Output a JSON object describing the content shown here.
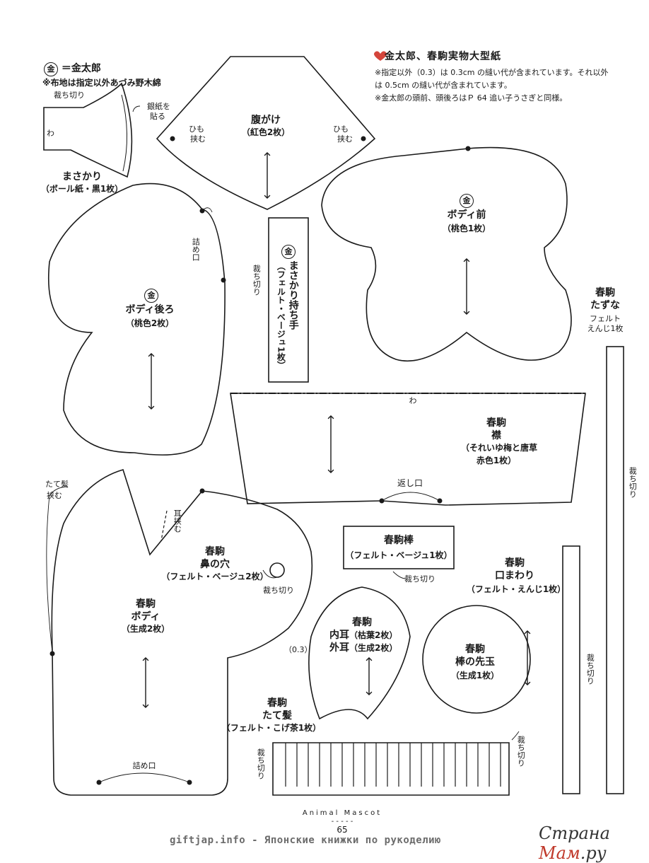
{
  "legend": {
    "symbol": "金",
    "meaning": "＝金太郎",
    "note": "※布地は指定以外あづみ野木綿"
  },
  "header": {
    "heart": "♥",
    "title": "金太郎、春駒実物大型紙",
    "notes": [
      "※指定以外（0.3）は 0.3cm の縫い代が含まれています。それ以外",
      "は 0.5cm の縫い代が含まれています。",
      "※金太郎の頭前、頭後ろはＰ 64 追い子うさぎと同様。"
    ]
  },
  "pieces": {
    "masakari": {
      "cut": "裁ち切り",
      "silver_1": "銀紙を",
      "silver_2": "貼る",
      "wa": "わ",
      "name": "まさかり",
      "material": "（ボール紙・黒1枚）"
    },
    "haragake": {
      "himo_l1": "ひも",
      "himo_l2": "挟む",
      "himo_r1": "ひも",
      "himo_r2": "挟む",
      "name": "腹がけ",
      "material": "（紅色2枚）"
    },
    "body_back": {
      "sym": "金",
      "name": "ボディ後ろ",
      "material": "（桃色2枚）",
      "stuff": "詰め口"
    },
    "handle": {
      "sym": "金",
      "name": "まさかり持ち手",
      "material": "（フェルト・ベージュ1枚）",
      "cut": "裁ち切り"
    },
    "body_front": {
      "sym": "金",
      "name": "ボディ前",
      "material": "（桃色1枚）"
    },
    "tazuna": {
      "name1": "春駒",
      "name2": "たずな",
      "mat1": "フェルト",
      "mat2": "えんじ1枚",
      "cut": "裁ち切り"
    },
    "collar": {
      "wa": "わ",
      "name1": "春駒",
      "name2": "襟",
      "mat1": "（それいゆ梅と唐草",
      "mat2": "赤色1枚）",
      "return": "返し口"
    },
    "horse_body": {
      "mane1": "たて髪",
      "mane2": "挟む",
      "ear": "耳挟む",
      "name1": "春駒",
      "name2": "ボディ",
      "material": "（生成2枚）",
      "nose1": "春駒",
      "nose2": "鼻の穴",
      "nose_mat": "（フェルト・ベージュ2枚）",
      "nose_cut": "裁ち切り",
      "stuff": "詰め口"
    },
    "stick": {
      "name": "春駒棒",
      "material": "（フェルト・ベージュ1枚）",
      "cut": "裁ち切り"
    },
    "mouth": {
      "name1": "春駒",
      "name2": "口まわり",
      "material": "（フェルト・えんじ1枚）",
      "cut": "裁ち切り"
    },
    "ear": {
      "name1": "春駒",
      "name2": "内耳",
      "mat2": "（枯葉2枚）",
      "name3": "外耳",
      "mat3": "（生成2枚）",
      "allow": "（0.3）"
    },
    "ball": {
      "name1": "春駒",
      "name2": "棒の先玉",
      "material": "（生成1枚）"
    },
    "mane": {
      "name1": "春駒",
      "name2": "たて髪",
      "material": "（フェルト・こげ茶1枚）",
      "cut_l": "裁ち切り",
      "cut_r": "裁ち切り"
    }
  },
  "footer": {
    "book": "Animal  Mascot",
    "dashes": "- - - - -",
    "page": "65",
    "site": "giftjap.info - Японские книжки по рукоделию",
    "logo_a": "Страна ",
    "logo_b": "Мам",
    "logo_c": ".ру"
  }
}
